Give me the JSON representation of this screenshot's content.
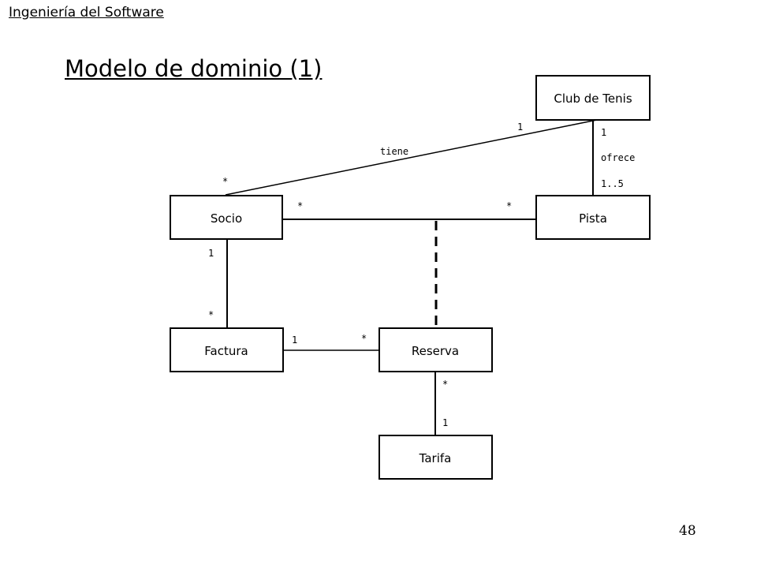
{
  "header": {
    "course": "Ingeniería del Software"
  },
  "slide": {
    "title": "Modelo de dominio (1)",
    "page_number": "48"
  },
  "classes": {
    "club": "Club de Tenis",
    "socio": "Socio",
    "pista": "Pista",
    "factura": "Factura",
    "reserva": "Reserva",
    "tarifa": "Tarifa"
  },
  "associations": {
    "tiene": {
      "name": "tiene",
      "mult_club": "1",
      "mult_socio": "*"
    },
    "ofrece": {
      "name": "ofrece",
      "mult_club": "1",
      "mult_pista": "1..5"
    },
    "socio_pista": {
      "mult_socio": "*",
      "mult_pista": "*"
    },
    "socio_factura": {
      "mult_socio": "1",
      "mult_factura": "*"
    },
    "factura_reserva": {
      "mult_factura": "1",
      "mult_reserva": "*"
    },
    "reserva_tarifa": {
      "mult_reserva": "*",
      "mult_tarifa": "1"
    }
  }
}
